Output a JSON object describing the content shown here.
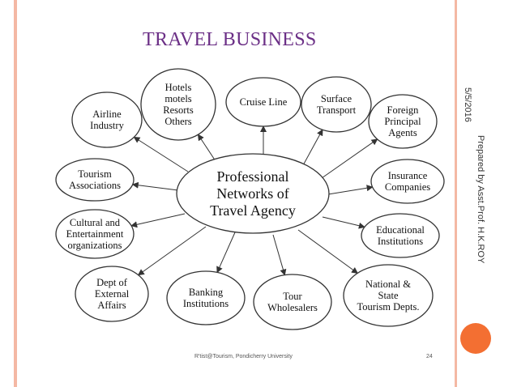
{
  "slide": {
    "title": "TRAVEL BUSINESS",
    "date": "5/5/2016",
    "author": "Prepared by Asst.Prof. H.K.ROY",
    "footer": "R'tist@Tourism, Pondicherry University",
    "page": "24"
  },
  "diagram": {
    "center": [
      "Professional",
      "Networks of",
      "Travel Agency"
    ],
    "nodes": [
      {
        "id": "airline",
        "lines": [
          "Airline",
          "Industry"
        ]
      },
      {
        "id": "hotels",
        "lines": [
          "Hotels",
          "motels",
          "Resorts",
          "Others"
        ]
      },
      {
        "id": "cruise",
        "lines": [
          "Cruise Line"
        ]
      },
      {
        "id": "surface",
        "lines": [
          "Surface",
          "Transport"
        ]
      },
      {
        "id": "foreign",
        "lines": [
          "Foreign",
          "Principal",
          "Agents"
        ]
      },
      {
        "id": "tourism-assoc",
        "lines": [
          "Tourism",
          "Associations"
        ]
      },
      {
        "id": "insurance",
        "lines": [
          "Insurance",
          "Companies"
        ]
      },
      {
        "id": "cultural",
        "lines": [
          "Cultural and",
          "Entertainment",
          "organizations"
        ]
      },
      {
        "id": "educational",
        "lines": [
          "Educational",
          "Institutions"
        ]
      },
      {
        "id": "dept",
        "lines": [
          "Dept of",
          "External",
          "Affairs"
        ]
      },
      {
        "id": "banking",
        "lines": [
          "Banking",
          "Institutions"
        ]
      },
      {
        "id": "tour",
        "lines": [
          "Tour",
          "Wholesalers"
        ]
      },
      {
        "id": "national",
        "lines": [
          "National &",
          "State",
          "Tourism Depts."
        ]
      }
    ]
  }
}
